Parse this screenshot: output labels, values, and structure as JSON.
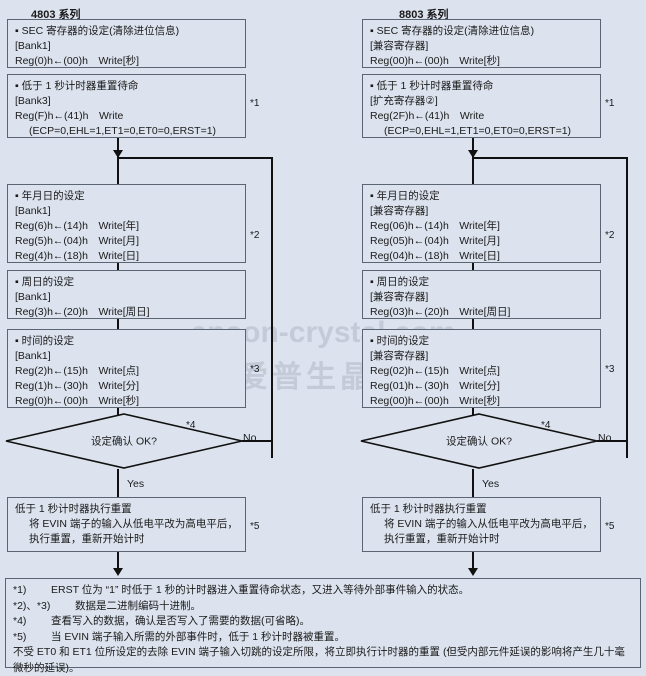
{
  "watermark": {
    "line1": "epson-crystal.com",
    "line2": "爱普生晶振"
  },
  "columns": [
    {
      "id": "left",
      "title": "4803 系列",
      "steps": [
        {
          "id": "sec-register",
          "note": "",
          "lines": [
            "▪ SEC 寄存器的设定(清除进位信息)",
            "[Bank1]",
            "Reg(0)h←(00)h　Write[秒]"
          ]
        },
        {
          "id": "sub-second-reset-standby",
          "note": "*1",
          "lines": [
            "▪ 低于 1 秒计时器重置待命",
            "[Bank3]",
            "Reg(F)h←(41)h　Write",
            "(ECP=0,EHL=1,ET1=0,ET0=0,ERST=1)"
          ]
        },
        {
          "id": "date-setting",
          "note": "*2",
          "lines": [
            "▪ 年月日的设定",
            "[Bank1]",
            "Reg(6)h←(14)h　Write[年]",
            "Reg(5)h←(04)h　Write[月]",
            "Reg(4)h←(18)h　Write[日]"
          ]
        },
        {
          "id": "weekday-setting",
          "note": "",
          "lines": [
            "▪ 周日的设定",
            "[Bank1]",
            "Reg(3)h←(20)h　Write[周日]"
          ]
        },
        {
          "id": "time-setting",
          "note": "*3",
          "lines": [
            "▪ 时间的设定",
            "[Bank1]",
            "Reg(2)h←(15)h　Write[点]",
            "Reg(1)h←(30)h　Write[分]",
            "Reg(0)h←(00)h　Write[秒]"
          ]
        }
      ],
      "decision": {
        "label": "设定确认 OK?",
        "note": "*4",
        "no_label": "No",
        "yes_label": "Yes"
      },
      "final": {
        "id": "execute-reset",
        "note": "*5",
        "lines": [
          "低于 1 秒计时器执行重置",
          "将 EVIN 端子的输入从低电平改为高电平后，",
          "执行重置，重新开始计时"
        ]
      }
    },
    {
      "id": "right",
      "title": "8803 系列",
      "steps": [
        {
          "id": "sec-register",
          "note": "",
          "lines": [
            "▪ SEC 寄存器的设定(清除进位信息)",
            "[兼容寄存器]",
            "Reg(00)h←(00)h　Write[秒]"
          ]
        },
        {
          "id": "sub-second-reset-standby",
          "note": "*1",
          "lines": [
            "▪ 低于 1 秒计时器重置待命",
            "[扩充寄存器②]",
            "Reg(2F)h←(41)h　Write",
            "(ECP=0,EHL=1,ET1=0,ET0=0,ERST=1)"
          ]
        },
        {
          "id": "date-setting",
          "note": "*2",
          "lines": [
            "▪ 年月日的设定",
            "[兼容寄存器]",
            "Reg(06)h←(14)h　Write[年]",
            "Reg(05)h←(04)h　Write[月]",
            "Reg(04)h←(18)h　Write[日]"
          ]
        },
        {
          "id": "weekday-setting",
          "note": "",
          "lines": [
            "▪ 周日的设定",
            "[兼容寄存器]",
            "Reg(03)h←(20)h　Write[周日]"
          ]
        },
        {
          "id": "time-setting",
          "note": "*3",
          "lines": [
            "▪ 时间的设定",
            "[兼容寄存器]",
            "Reg(02)h←(15)h　Write[点]",
            "Reg(01)h←(30)h　Write[分]",
            "Reg(00)h←(00)h　Write[秒]"
          ]
        }
      ],
      "decision": {
        "label": "设定确认 OK?",
        "note": "*4",
        "no_label": "No",
        "yes_label": "Yes"
      },
      "final": {
        "id": "execute-reset",
        "note": "*5",
        "lines": [
          "低于 1 秒计时器执行重置",
          "将 EVIN 端子的输入从低电平改为高电平后，",
          "执行重置，重新开始计时"
        ]
      }
    }
  ],
  "footnotes": [
    {
      "tag": "*1)",
      "text": "ERST 位为 “1” 时低于 1 秒的计时器进入重置待命状态，又进入等待外部事件输入的状态。"
    },
    {
      "tag": "*2)、*3)",
      "text": "数据是二进制编码十进制。"
    },
    {
      "tag": "*4)",
      "text": "查看写入的数据，确认是否写入了需要的数据(可省略)。"
    },
    {
      "tag": "*5)",
      "text": "当 EVIN 端子输入所需的外部事件时，低于 1 秒计时器被重置。"
    },
    {
      "tag": "",
      "text": "不受 ET0 和 ET1 位所设定的去除 EVIN 端子输入切跳的设定所限，将立即执行计时器的重置 (但受内部元件延误的影响将产生几十毫"
    },
    {
      "tag": "",
      "text": "微秒的延误)。"
    }
  ]
}
